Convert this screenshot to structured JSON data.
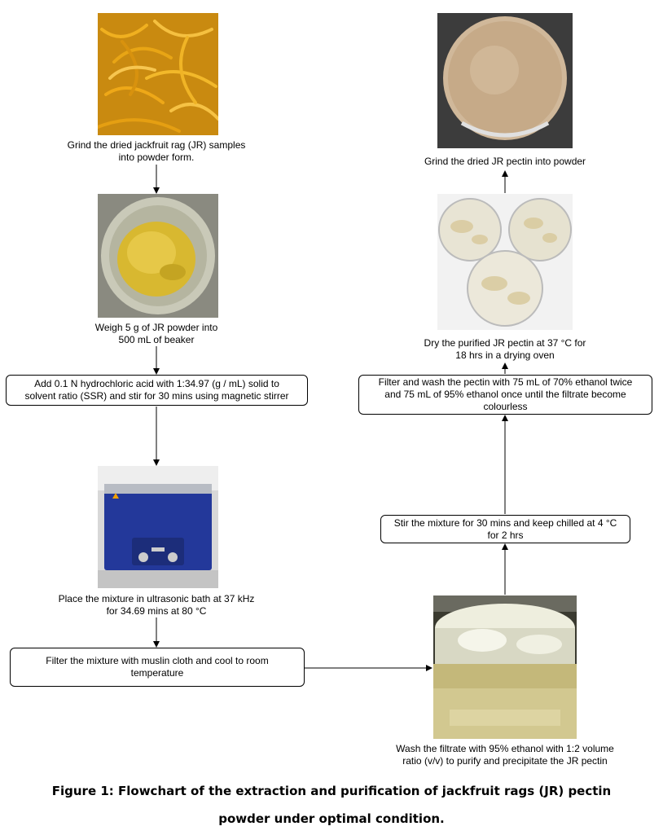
{
  "steps": {
    "s1": [
      "Grind the dried jackfruit rag (JR) samples",
      "into powder form."
    ],
    "s2": [
      "Weigh 5 g of JR powder into",
      "500 mL of beaker"
    ],
    "s3": [
      "Add 0.1 N hydrochloric acid with 1:34.97 (g / mL) solid to",
      "solvent ratio (SSR) and stir for 30 mins using magnetic stirrer"
    ],
    "s4": [
      "Place the mixture in ultrasonic bath at 37 kHz",
      "for 34.69 mins at 80 °C"
    ],
    "s5": [
      "Filter the mixture with muslin cloth and cool to room",
      "temperature"
    ],
    "s6": [
      "Wash the filtrate with 95% ethanol with 1:2 volume",
      "ratio (v/v) to purify and precipitate the JR pectin"
    ],
    "s7": [
      "Stir the mixture for 30 mins and keep chilled at 4 °C",
      "for 2 hrs"
    ],
    "s8": [
      "Filter and wash the pectin with 75 mL of 70% ethanol twice",
      "and 75 mL of 95% ethanol once until the filtrate become",
      "colourless"
    ],
    "s9": [
      "Dry the purified JR pectin at 37 °C for",
      "18 hrs in a drying oven"
    ],
    "s10": [
      "Grind the dried JR pectin into powder"
    ]
  },
  "caption": [
    "Figure 1: Flowchart of the extraction and purification of jackfruit rags (JR) pectin",
    "powder under optimal condition."
  ],
  "colors": {
    "line": "#000000",
    "box_border": "#000000"
  }
}
